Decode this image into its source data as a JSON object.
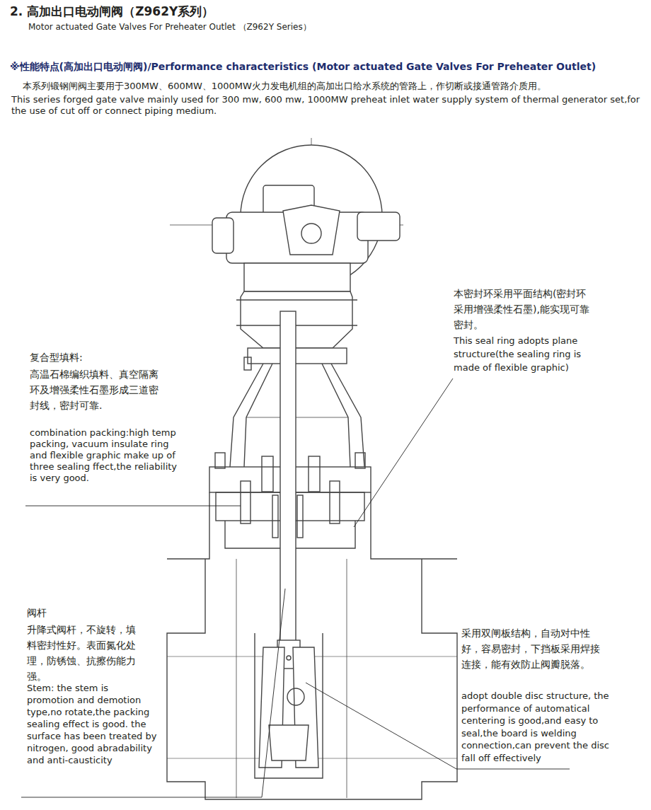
{
  "diagram": {
    "title": "2. 高加出口电动闸阀（Z962Y系列）",
    "labels": [
      "Motor actuated Gate Valves For Preheater Outlet （Z962Y Series）",
      "※性能特点(高加出口电动闸阀)/Performance characteristics (Motor actuated Gate Valves For Preheater Outlet)",
      "本系列锻钢闸阀主要用于300MW、600MW、1000MW火力发电机组的高加出口给水系统的管路上，作切断或接通管路介质用。",
      "This series forged gate valve mainly used for 300 mw, 600 mw, 1000MW preheat inlet water supply system of thermal generator set,for the use of cut off or connect piping medium.",
      "本密封环采用平面结构(密封环采用增强柔性石墨),能实现可靠密封。",
      "This seal ring adopts plane structure(the sealing ring is made of flexible graphic)",
      "复合型填料:",
      "高温石棉编织填料、真空隔离环及增强柔性石墨形成三道密封线，密封可靠.",
      "combination packing:high temp packing, vacuum insulate ring and flexible graphic make up of three sealing ffect,the reliability is very good.",
      "阀杆",
      "升降式阀杆，不旋转，填料密封性好。表面氮化处理，防锈蚀、抗擦伤能力强。",
      "Stem: the stem is promotion and demotion type,no rotate,the packing sealing effect is good. the surface has been treated by nitrogen, good abradability and anti-causticity",
      "采用双闸板结构，自动对中性好，容易密封，下挡板采用焊接连接，能有效防止阀瓣脱落。",
      "adopt double disc structure, the performance of automatical centering is good,and easy to seal,the board is welding connection,can prevent the disc fall off effectively"
    ]
  }
}
